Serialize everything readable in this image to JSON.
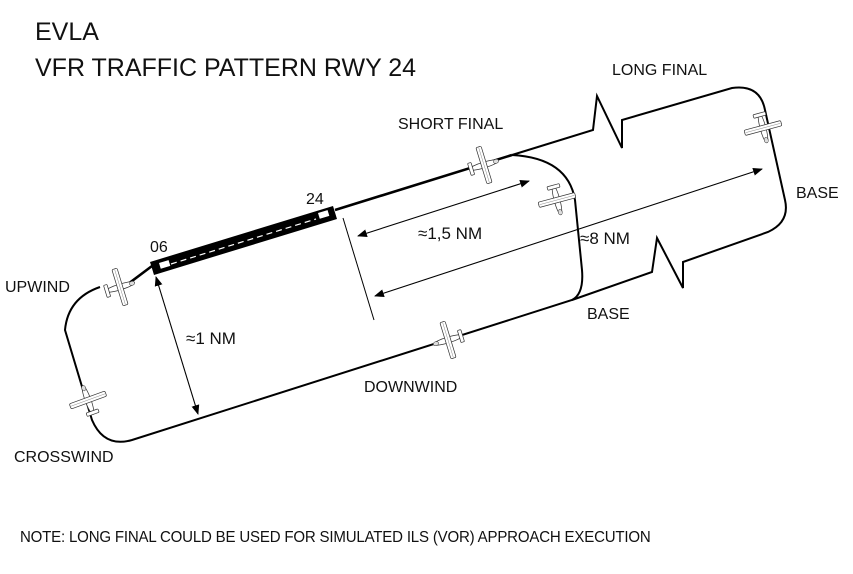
{
  "header": {
    "airport": "EVLA",
    "title": "VFR TRAFFIC PATTERN RWY 24"
  },
  "runway": {
    "threshold_west": "06",
    "threshold_east": "24",
    "surface_color": "#000000",
    "centerline_color": "#ffffff"
  },
  "legs": {
    "upwind": "UPWIND",
    "crosswind": "CROSSWIND",
    "downwind": "DOWNWIND",
    "base_short": "BASE",
    "base_long": "BASE",
    "short_final": "SHORT FINAL",
    "long_final": "LONG FINAL"
  },
  "distances": {
    "lateral": "≈1 NM",
    "short_final": "≈1,5 NM",
    "long_final": "≈8 NM"
  },
  "aircraft": [
    {
      "leg": "upwind",
      "icon": "airplane-icon"
    },
    {
      "leg": "crosswind",
      "icon": "airplane-icon"
    },
    {
      "leg": "downwind",
      "icon": "airplane-icon"
    },
    {
      "leg": "short-final",
      "icon": "airplane-icon"
    },
    {
      "leg": "short-base",
      "icon": "airplane-icon"
    },
    {
      "leg": "long-base",
      "icon": "airplane-icon"
    }
  ],
  "note": "NOTE: LONG FINAL COULD BE USED FOR SIMULATED ILS (VOR) APPROACH EXECUTION",
  "colors": {
    "line": "#000000",
    "background": "#ffffff"
  }
}
